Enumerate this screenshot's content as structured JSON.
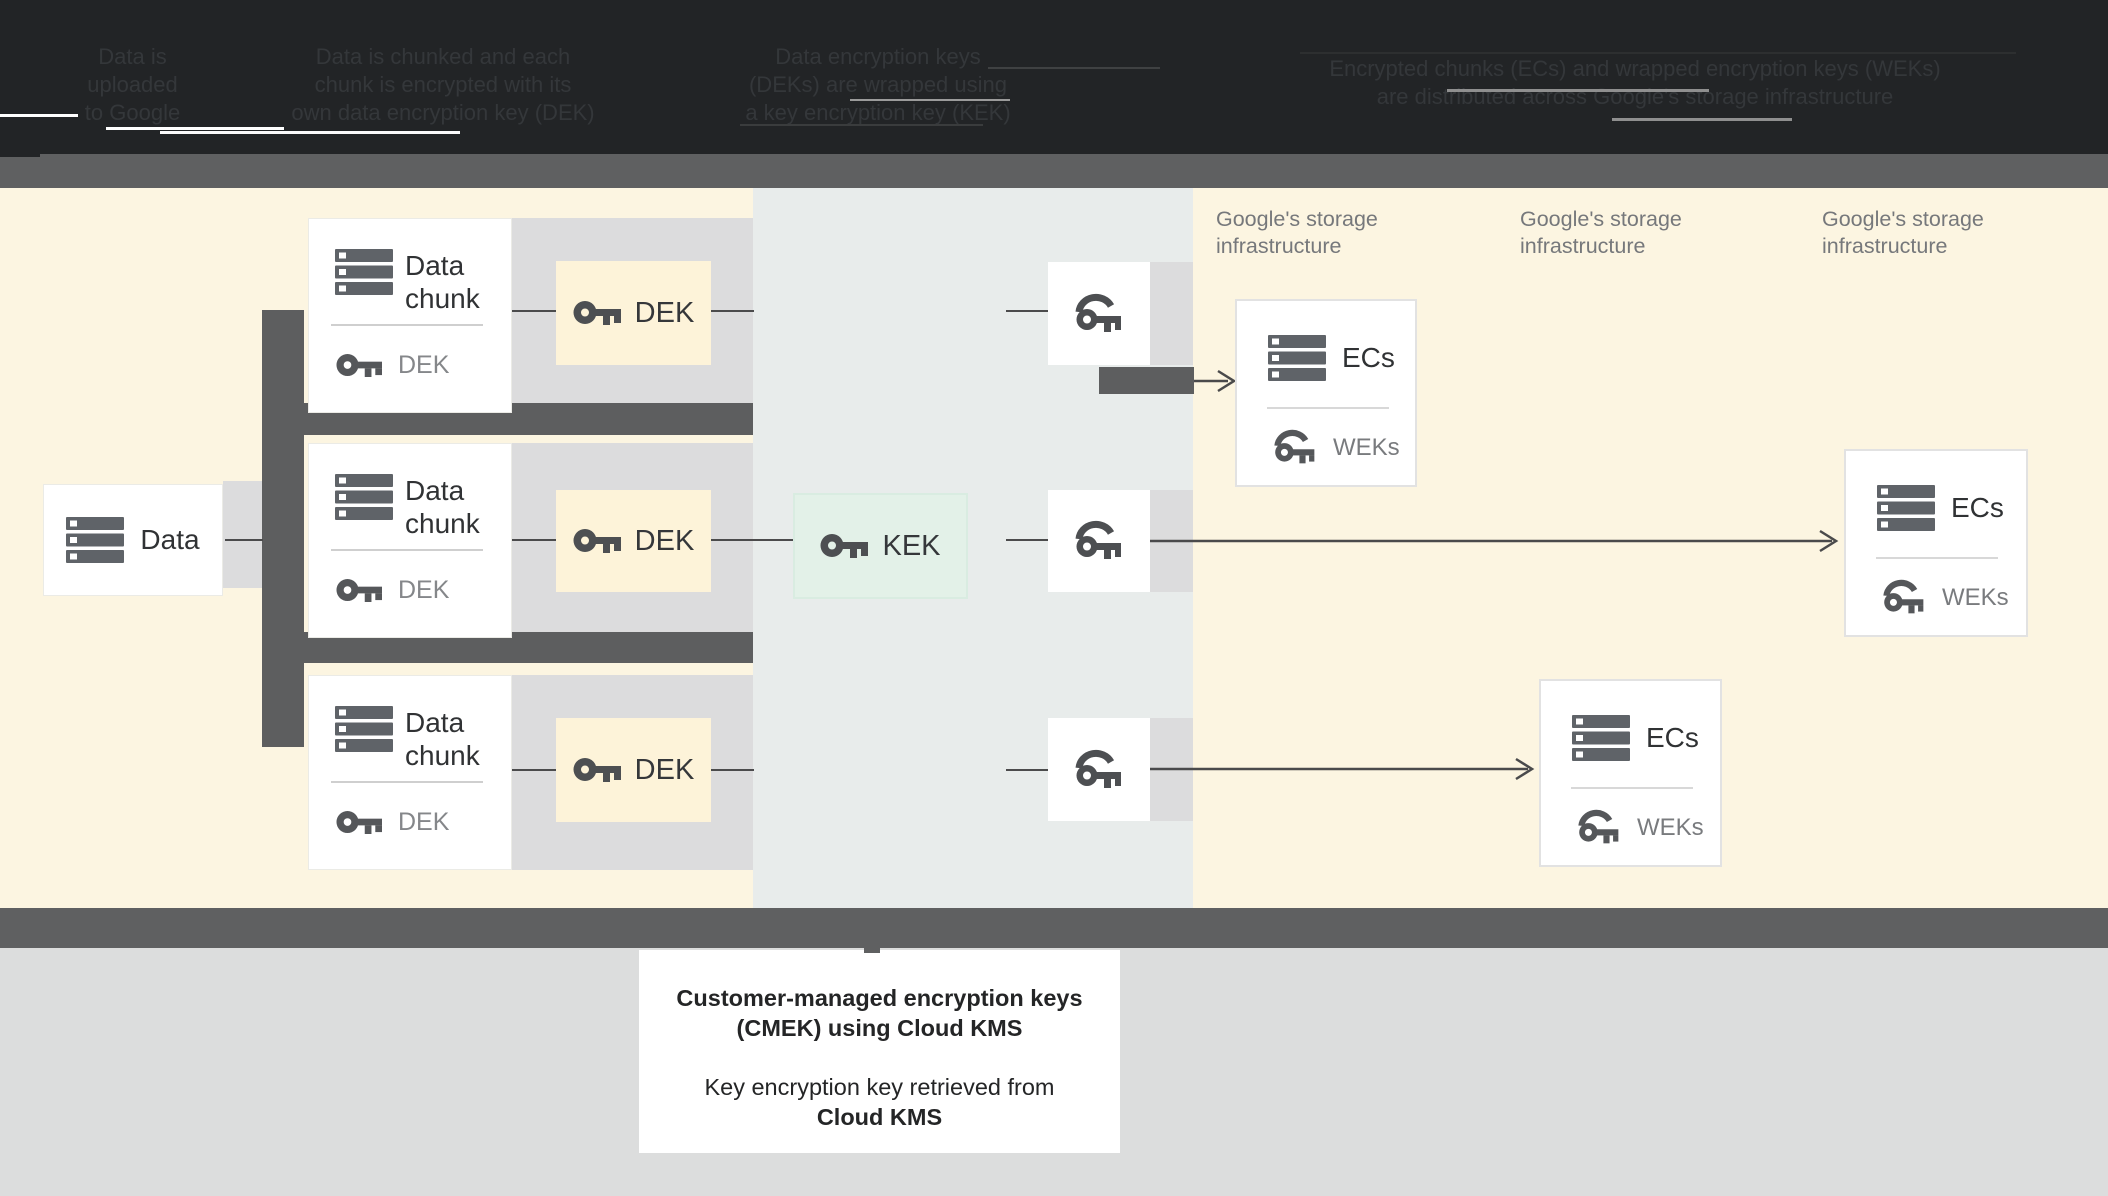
{
  "header": {
    "steps": [
      {
        "lines": [
          "Data is",
          "uploaded",
          "to Google"
        ]
      },
      {
        "lines": [
          "Data is chunked and each",
          "chunk is encrypted with its",
          "own data encryption key (DEK)"
        ]
      },
      {
        "lines": [
          "Data encryption keys",
          "(DEKs) are wrapped using",
          "a key encryption key (KEK)"
        ]
      },
      {
        "lines": [
          "Encrypted chunks (ECs) and wrapped encryption keys (WEKs)",
          "are distributed across Google's storage infrastructure"
        ]
      }
    ]
  },
  "diagram": {
    "data_box": {
      "label": "Data"
    },
    "chunk_boxes": [
      {
        "label": "Data chunk",
        "key_label": "DEK"
      },
      {
        "label": "Data chunk",
        "key_label": "DEK"
      },
      {
        "label": "Data chunk",
        "key_label": "DEK"
      }
    ],
    "dek_boxes": [
      {
        "label": "DEK"
      },
      {
        "label": "DEK"
      },
      {
        "label": "DEK"
      }
    ],
    "kek_box": {
      "label": "KEK"
    },
    "storage_labels": [
      {
        "lines": [
          "Google's storage",
          "infrastructure"
        ]
      },
      {
        "lines": [
          "Google's storage",
          "infrastructure"
        ]
      },
      {
        "lines": [
          "Google's storage",
          "infrastructure"
        ]
      }
    ],
    "ec_boxes": [
      {
        "label": "ECs",
        "key_label": "WEKs"
      },
      {
        "label": "ECs",
        "key_label": "WEKs"
      },
      {
        "label": "ECs",
        "key_label": "WEKs"
      }
    ]
  },
  "caption": {
    "bold_line1": "Customer-managed encryption keys",
    "bold_line2": "(CMEK) using Cloud KMS",
    "line3": "Key encryption key retrieved from",
    "line4_bold": "Cloud KMS"
  },
  "colors": {
    "cream_zone": "#fcf5e1",
    "middle_zone": "#e8eceb",
    "dek_yellow": "#fdf3d9",
    "kek_mint": "#e3f1e8",
    "connector_dark": "#5d5e5f",
    "band_gray": "#5f6061",
    "strip_gray": "#dcdcdd",
    "icon_gray": "#5f6368",
    "text_dark": "#303234",
    "text_gray": "#7d8083"
  }
}
